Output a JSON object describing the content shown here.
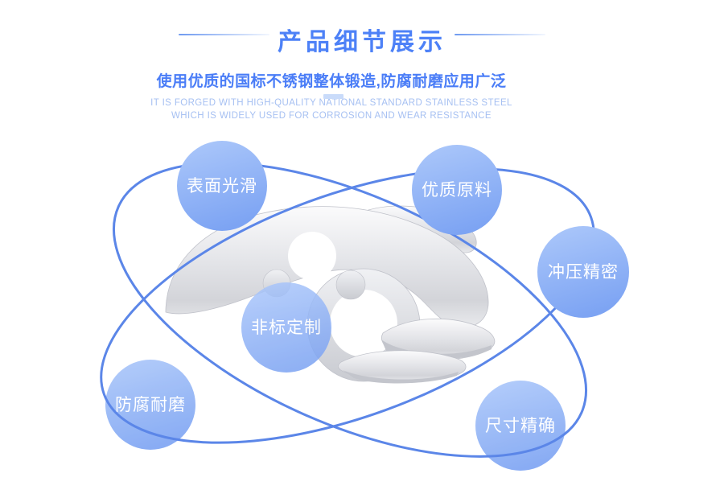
{
  "header": {
    "title": "产品细节展示",
    "subtitle_cn": "使用优质的国标不锈钢整体锻造,防腐耐磨应用广泛",
    "subtitle_en_line1": "IT IS FORGED WITH HIGH-QUALITY NATIONAL STANDARD STAINLESS STEEL",
    "subtitle_en_line2": "WHICH IS WIDELY USED FOR CORROSION AND WEAR RESISTANCE"
  },
  "features": [
    {
      "label": "表面光滑"
    },
    {
      "label": "优质原料"
    },
    {
      "label": "冲压精密"
    },
    {
      "label": "非标定制"
    },
    {
      "label": "防腐耐磨"
    },
    {
      "label": "尺寸精确"
    }
  ],
  "images": {
    "center_graphic": "stainless-steel-e-clips-photo",
    "decoration": "two-crossed-orbit-ellipses"
  },
  "colors": {
    "title_blue": "#4d81f7",
    "subtitle_blue": "#4a7df7",
    "subtitle_en_blue": "#a6c0f2",
    "highlight_mark": "#c9dbfa",
    "orbit_line": "#5b86e8",
    "badge_gradient_top": "#abc7fa",
    "badge_gradient_bottom": "#7da4f3",
    "badge_text": "#ffffff",
    "metal_light": "#fbfbfc",
    "metal_dark": "#c9cbd1"
  }
}
